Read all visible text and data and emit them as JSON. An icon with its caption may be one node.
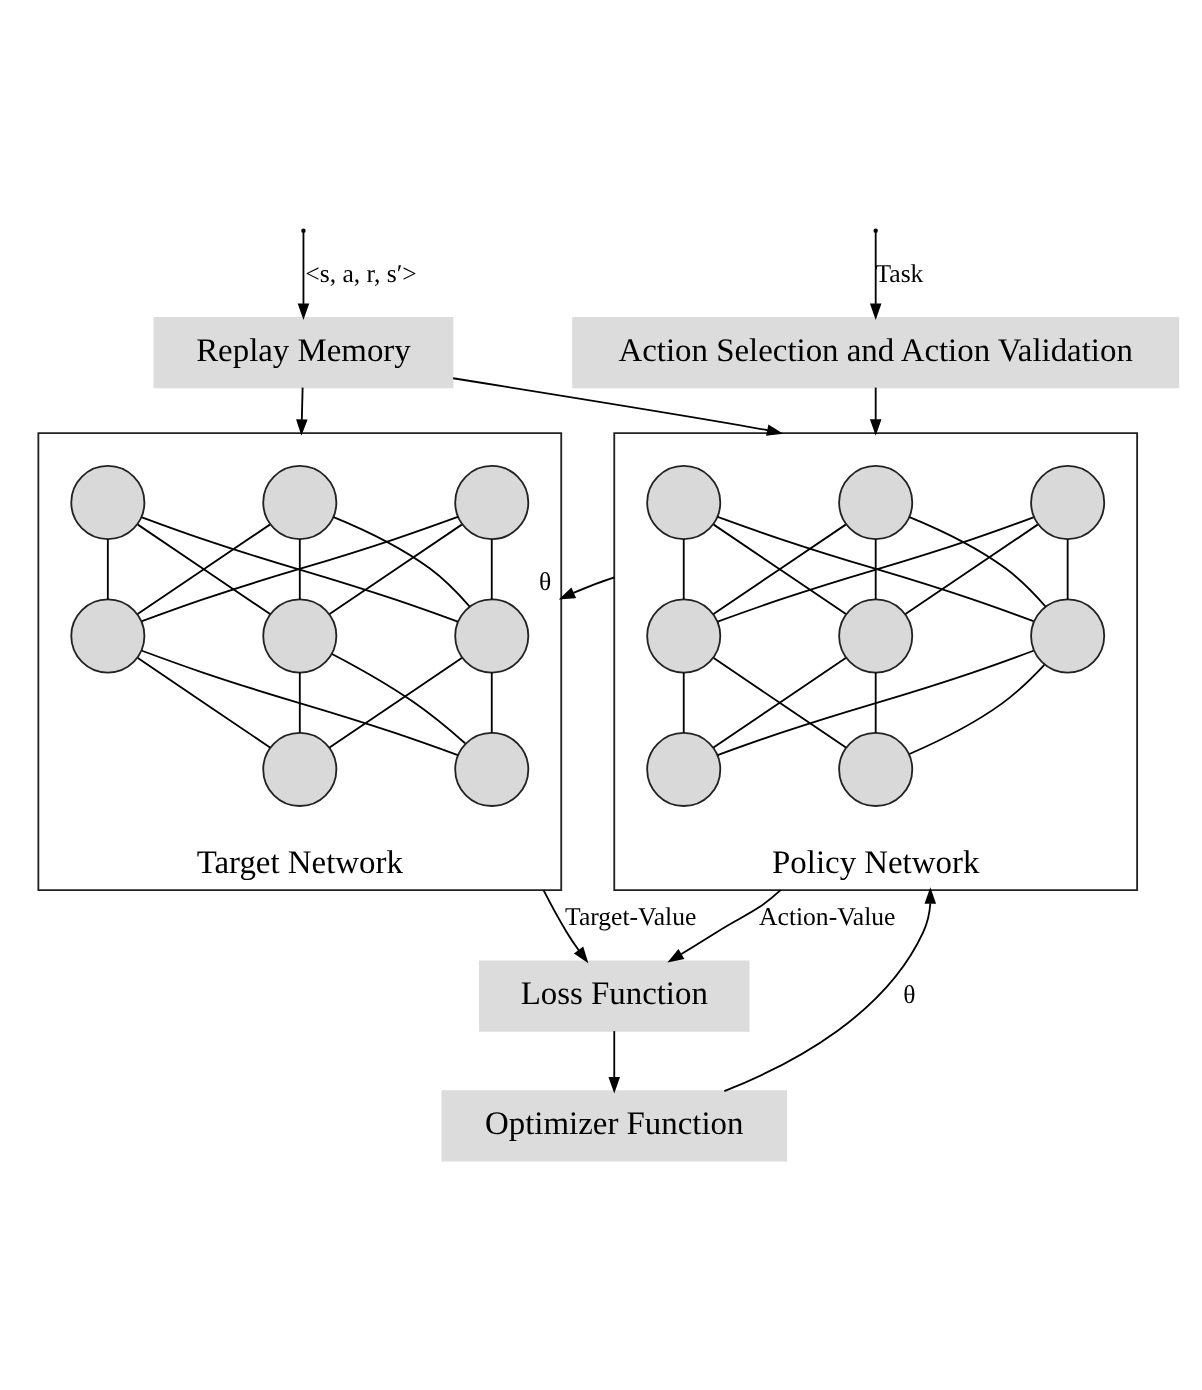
{
  "diagram": {
    "nodes": [
      {
        "text": [
          "Action Selection and Action Validation"
        ]
      },
      {
        "text": [
          "Replay Memory"
        ]
      },
      {
        "text": [
          "Target Network"
        ]
      },
      {
        "text": [],
        "shape": "circle",
        "in": 2
      },
      {
        "text": [],
        "shape": "circle",
        "in": 2
      },
      {
        "text": [],
        "shape": "circle",
        "in": 2
      },
      {
        "text": [],
        "shape": "circle",
        "in": 2
      },
      {
        "text": [],
        "shape": "circle",
        "in": 2
      },
      {
        "text": [],
        "shape": "circle",
        "in": 2
      },
      {
        "text": [],
        "shape": "circle",
        "in": 2
      },
      {
        "text": [],
        "shape": "circle",
        "in": 2
      },
      {
        "text": [
          "Policy Network"
        ]
      },
      {
        "text": [],
        "shape": "circle",
        "in": 11
      },
      {
        "text": [],
        "shape": "circle",
        "in": 11
      },
      {
        "text": [],
        "shape": "circle",
        "in": 11
      },
      {
        "text": [],
        "shape": "circle",
        "in": 11
      },
      {
        "text": [],
        "shape": "circle",
        "in": 11
      },
      {
        "text": [],
        "shape": "circle",
        "in": 11
      },
      {
        "text": [],
        "shape": "circle",
        "in": 11
      },
      {
        "text": [],
        "shape": "circle",
        "in": 11
      },
      {
        "text": [
          "Loss Function"
        ]
      },
      {
        "text": [
          "Optimizer Function"
        ]
      }
    ],
    "edges": [
      {
        "from": null,
        "to": 0,
        "arrow": "to",
        "label": "Task"
      },
      {
        "from": null,
        "to": 1,
        "arrow": "to",
        "label": "<s, a, r, s′>"
      },
      {
        "from": 1,
        "to": 2,
        "arrow": "to"
      },
      {
        "from": 1,
        "to": 11,
        "arrow": "to"
      },
      {
        "from": 0,
        "to": 11,
        "arrow": "to"
      },
      {
        "from": 11,
        "to": 2,
        "arrow": "to",
        "label": "θ"
      },
      {
        "from": 2,
        "to": 20,
        "arrow": "to",
        "label": "Target-Value"
      },
      {
        "from": 11,
        "to": 20,
        "arrow": "to",
        "label": "Action-Value"
      },
      {
        "from": 20,
        "to": 21,
        "arrow": "to"
      },
      {
        "from": 21,
        "to": 11,
        "arrow": "to",
        "label": "θ"
      },
      {
        "from": 3,
        "to": 6,
        "arrow": "none"
      },
      {
        "from": 3,
        "to": 7,
        "arrow": "none"
      },
      {
        "from": 3,
        "to": 8,
        "arrow": "none"
      },
      {
        "from": 4,
        "to": 6,
        "arrow": "none"
      },
      {
        "from": 4,
        "to": 7,
        "arrow": "none"
      },
      {
        "from": 4,
        "to": 8,
        "arrow": "none"
      },
      {
        "from": 5,
        "to": 6,
        "arrow": "none"
      },
      {
        "from": 5,
        "to": 7,
        "arrow": "none"
      },
      {
        "from": 5,
        "to": 8,
        "arrow": "none"
      },
      {
        "from": 6,
        "to": 9,
        "arrow": "none"
      },
      {
        "from": 6,
        "to": 10,
        "arrow": "none"
      },
      {
        "from": 7,
        "to": 9,
        "arrow": "none"
      },
      {
        "from": 7,
        "to": 10,
        "arrow": "none"
      },
      {
        "from": 8,
        "to": 9,
        "arrow": "none"
      },
      {
        "from": 8,
        "to": 10,
        "arrow": "none"
      },
      {
        "from": 12,
        "to": 15,
        "arrow": "none"
      },
      {
        "from": 12,
        "to": 16,
        "arrow": "none"
      },
      {
        "from": 12,
        "to": 17,
        "arrow": "none"
      },
      {
        "from": 13,
        "to": 15,
        "arrow": "none"
      },
      {
        "from": 13,
        "to": 16,
        "arrow": "none"
      },
      {
        "from": 13,
        "to": 17,
        "arrow": "none"
      },
      {
        "from": 14,
        "to": 15,
        "arrow": "none"
      },
      {
        "from": 14,
        "to": 16,
        "arrow": "none"
      },
      {
        "from": 14,
        "to": 17,
        "arrow": "none"
      },
      {
        "from": 15,
        "to": 18,
        "arrow": "none"
      },
      {
        "from": 15,
        "to": 19,
        "arrow": "none"
      },
      {
        "from": 16,
        "to": 18,
        "arrow": "none"
      },
      {
        "from": 16,
        "to": 19,
        "arrow": "none"
      },
      {
        "from": 17,
        "to": 18,
        "arrow": "none"
      },
      {
        "from": 17,
        "to": 19,
        "arrow": "none"
      }
    ]
  }
}
